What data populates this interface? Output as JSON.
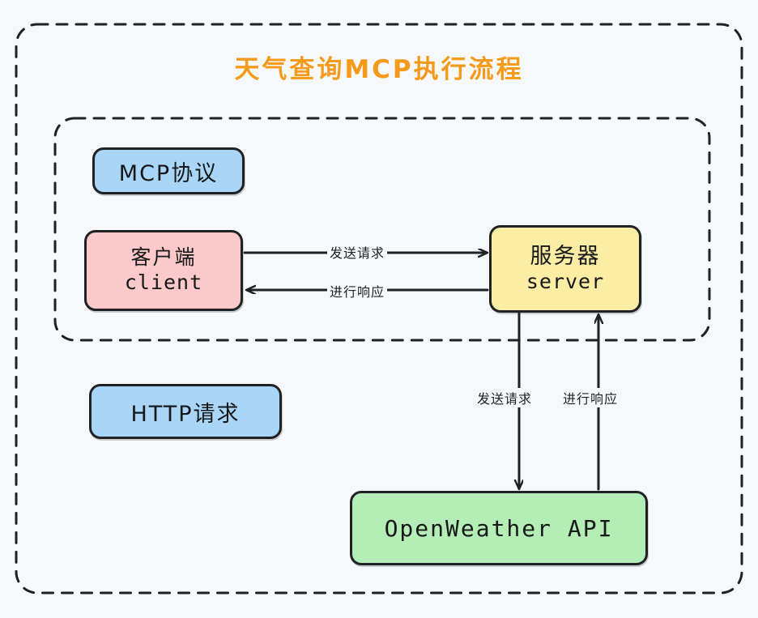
{
  "diagram": {
    "title": "天气查询MCP执行流程",
    "title_color": "#f59a1a",
    "background_color": "#f7f8f9",
    "groups": [
      {
        "name": "outer-frame",
        "style": "dashed"
      },
      {
        "name": "mcp-protocol-frame",
        "style": "dashed"
      }
    ],
    "nodes": [
      {
        "id": "mcp-protocol",
        "label_cn": "MCP协议",
        "label_en": "",
        "color": "#a9d6f7"
      },
      {
        "id": "client",
        "label_cn": "客户端",
        "label_en": "client",
        "color": "#fbc9c9"
      },
      {
        "id": "server",
        "label_cn": "服务器",
        "label_en": "server",
        "color": "#fceda4"
      },
      {
        "id": "http-request",
        "label_cn": "HTTP请求",
        "label_en": "",
        "color": "#a9d6f7"
      },
      {
        "id": "openweather-api",
        "label_cn": "",
        "label_en": "OpenWeather API",
        "color": "#b5edb6"
      }
    ],
    "edges": [
      {
        "id": "client-to-server",
        "label": "发送请求",
        "from": "client",
        "to": "server",
        "direction": "right"
      },
      {
        "id": "server-to-client",
        "label": "进行响应",
        "from": "server",
        "to": "client",
        "direction": "left"
      },
      {
        "id": "server-to-api",
        "label": "发送请求",
        "from": "server",
        "to": "openweather-api",
        "direction": "down"
      },
      {
        "id": "api-to-server",
        "label": "进行响应",
        "from": "openweather-api",
        "to": "server",
        "direction": "up"
      }
    ]
  }
}
